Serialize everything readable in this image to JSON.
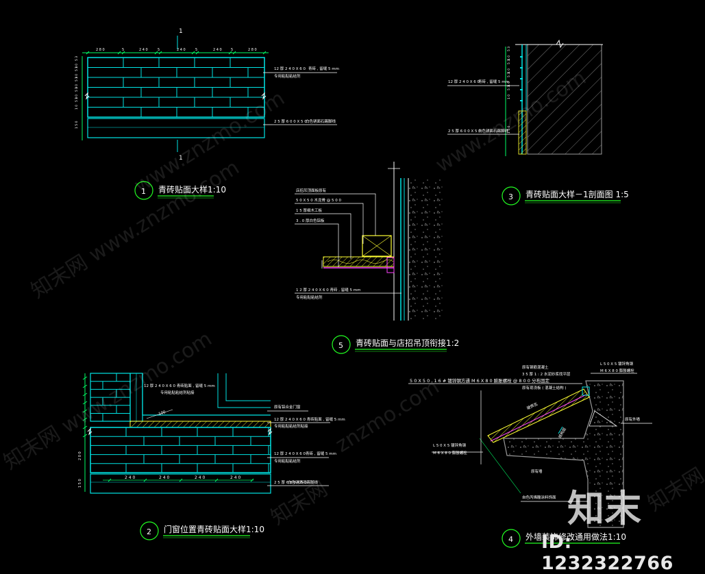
{
  "colors": {
    "cyan": "#00e5e5",
    "green": "#22ff22",
    "white": "#ffffff",
    "yellow": "#ffff33",
    "magenta": "#ff44ff",
    "gray": "#9a9a9a"
  },
  "detail1": {
    "circle": "1",
    "title": "青砖贴面大样1:10",
    "section_mark": "1",
    "top_dims": [
      "2 8 0",
      "5",
      "2 4 0",
      "5",
      "2 4 0",
      "5",
      "2 4 0",
      "5",
      "2 8 0"
    ],
    "left_dims": [
      "5 3",
      "1 0",
      "5 3",
      "1 0",
      "5 3",
      "1 0",
      "5 3",
      "1 0",
      "5 3",
      "1 0",
      "1 5 0"
    ],
    "note_a1": "12 厚 2 4 0 X 6 0",
    "note_a2": "青砖 , 留缝 5 mm",
    "note_a3": "专用粘贴粘结剂",
    "note_b1": "2 5 厚 6 0 0 X 5 0",
    "note_b2": "白色锈面石踢脚线"
  },
  "detail2": {
    "circle": "2",
    "title": "门窗位置青砖贴面大样1:10",
    "dim_angle": "100",
    "note_a1": "12 厚 2 4 0 X 6 0 青砖贴面 , 留缝 5 mm",
    "note_a2": "专用粘贴粘结剂粘接",
    "note_b": "原有铝合金门窗",
    "note_c1": "12 厚 2 4 0 X 6 0 青砖贴面 , 留缝 5 mm",
    "note_c2": "专用粘贴粘结剂粘接",
    "note_d1": "12 厚 2 4 0 X 6 0",
    "note_d2": "青砖 , 留缝 5 mm",
    "note_d3": "专用粘贴粘结剂",
    "note_e1": "2 5 厚 6 0 0 X 5 0",
    "note_e2": "白色锈面石踢脚线",
    "bottom_dims": [
      "2 4 0",
      "2 4 0",
      "2 4 0",
      "2 4 0"
    ],
    "left_dims": [
      "2 0 0",
      "1 5 0"
    ]
  },
  "detail3": {
    "circle": "3",
    "title": "青砖贴面大样－1剖面图 1:5",
    "left_dims": [
      "5 3",
      "1 0",
      "5 3",
      "1 0",
      "5 3",
      "1 0",
      "5 3",
      "1 0",
      "1 5 0"
    ],
    "note_a1": "12 厚 2 4 0 X 6 0",
    "note_a2": "青砖 , 留缝 5 mm",
    "note_b1": "2 5 厚 6 0 0 X 5 0",
    "note_b2": "白色锈面石踢脚线"
  },
  "detail4": {
    "circle": "4",
    "title": "外墙装饰修改通用做法1:10",
    "note_a": "5 0 X 5 0 , 1 6 # 镀锌钢方通 M 6 X 8 0 膨胀螺栓 @ 8 0 0 分布固定",
    "note_b": "原有钢筋混凝土",
    "note_c": "3 5 厚 1 : 2 水泥砂浆找平层",
    "note_d": "原有现浇板 ( 混凝土结构 )",
    "note_e1": "L 5 0 X 5 镀锌角钢",
    "note_e2": "M 6 X 8 0 膨胀螺栓",
    "note_f1": "L 5 0 X 5 镀锌角钢",
    "note_f2": "M 6 X 8 0 膨胀螺栓",
    "note_g": "原有外墙",
    "note_h": "原有墙",
    "note_i": "自色丙烯酸涂料饰面",
    "note_j": "硬质瓦",
    "note_k": "结构层"
  },
  "detail5": {
    "circle": "5",
    "title": "青砖贴面与店招吊顶衔接1:2",
    "note_a": "店招吊顶面板原有",
    "note_b": "5 0 X 5 0 木龙骨 @ 5 0 0",
    "note_c": "1 5 厚细木工板",
    "note_d": "3 . 0 厚白色铝板",
    "note_e1": "1 2 厚 2 4 0 X 6 0 青砖 , 留缝 5 mm",
    "note_e2": "专用粘贴粘结剂"
  },
  "watermarks": [
    "知末网 www.znzmo.com",
    "www.znzmo.com",
    "www.znzmo.com",
    "知末网 www.znzmo.com",
    "znzmo.com",
    "知末网",
    "知末网"
  ],
  "logo": "知末",
  "id_label": "ID: 1232322766"
}
